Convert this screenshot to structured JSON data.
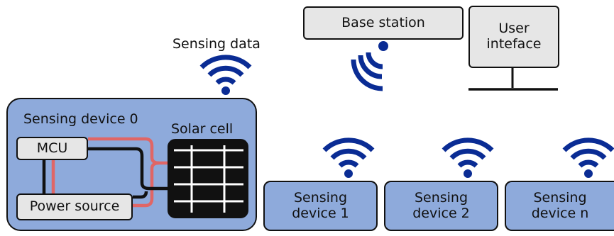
{
  "labels": {
    "base_station": "Base station",
    "user_interface_line1": "User",
    "user_interface_line2": "inteface",
    "sensing_data": "Sensing data",
    "sensing_device_0": "Sensing device 0",
    "mcu": "MCU",
    "solar_cell": "Solar cell",
    "power_source": "Power source"
  },
  "devices": [
    {
      "line1": "Sensing",
      "line2": "device 1"
    },
    {
      "line1": "Sensing",
      "line2": "device 2"
    },
    {
      "line1": "Sensing",
      "line2": "device n"
    }
  ],
  "colors": {
    "wifi_blue": "#0a2c94",
    "box_blue": "#8eaadb",
    "box_gray": "#e6e6e6",
    "wire_red": "#e06666",
    "wire_black": "#111111"
  },
  "icons": [
    "wifi-icon",
    "broadcast-icon",
    "monitor-icon",
    "solar-panel-icon"
  ]
}
